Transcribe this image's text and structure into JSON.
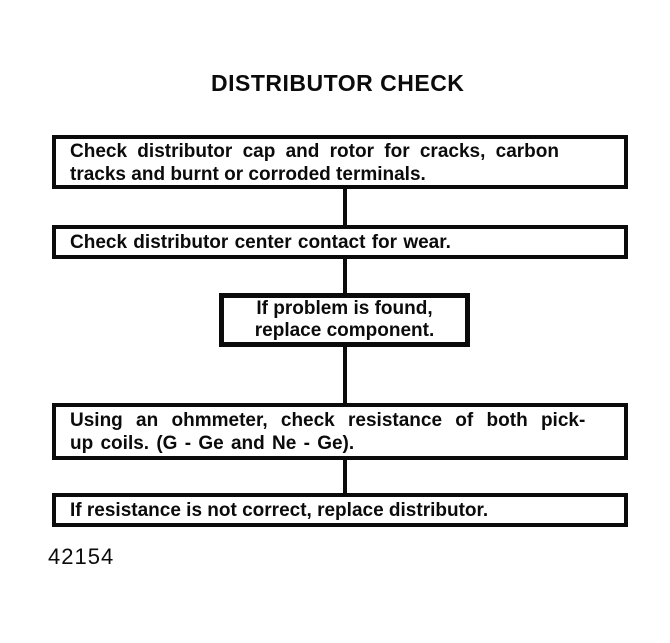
{
  "title": "DISTRIBUTOR CHECK",
  "figure_label": "42154",
  "flowchart": {
    "steps": [
      {
        "name": "check-cap-and-rotor",
        "lines": [
          "Check distributor cap and rotor for cracks, carbon",
          "tracks and burnt or corroded terminals."
        ]
      },
      {
        "name": "check-center-contact",
        "lines": [
          "Check distributor center contact for wear."
        ]
      },
      {
        "name": "replace-component-if-problem-found",
        "lines": [
          "If problem is found,",
          "replace component."
        ]
      },
      {
        "name": "check-pickup-coil-resistance",
        "lines": [
          "Using an ohmmeter, check resistance of both pick-",
          "up coils. (G - Ge and Ne - Ge)."
        ]
      },
      {
        "name": "replace-distributor-if-resistance-incorrect",
        "lines": [
          "If resistance is not correct, replace distributor."
        ]
      }
    ]
  }
}
